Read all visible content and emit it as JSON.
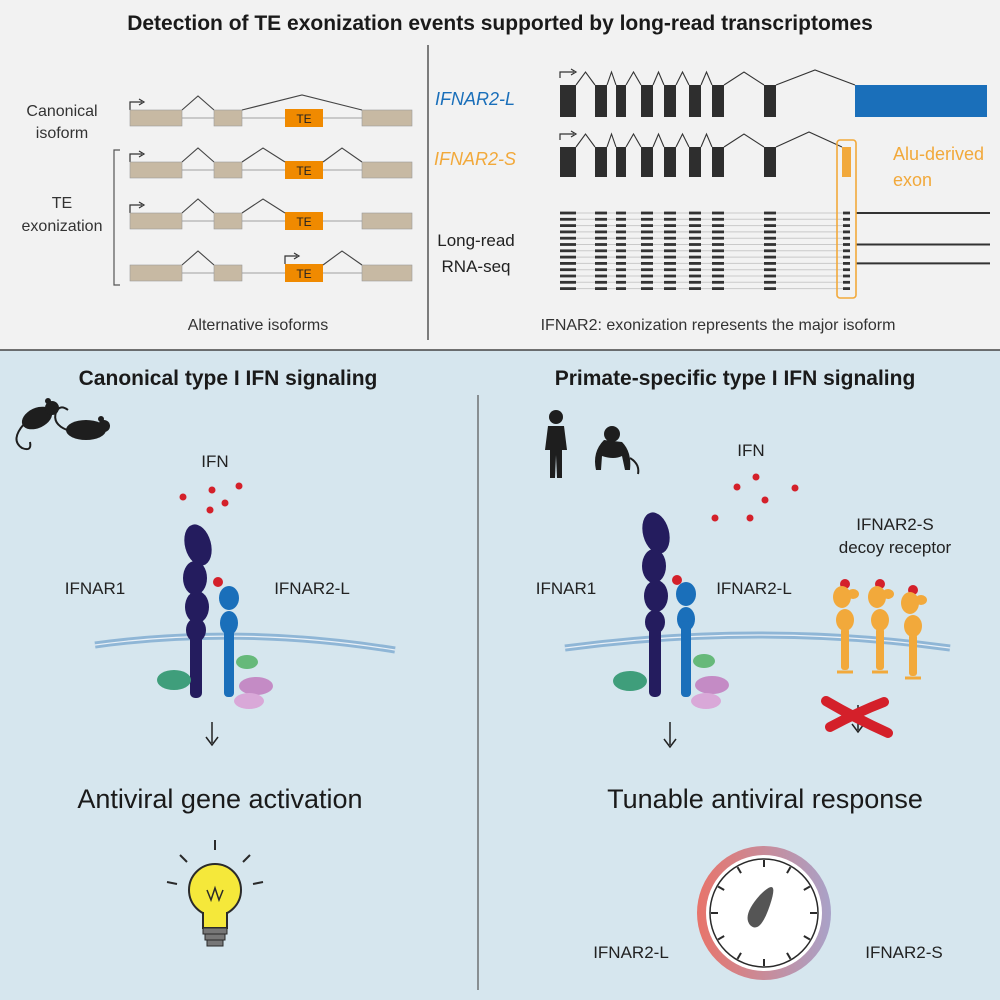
{
  "header": {
    "title": "Detection of TE exonization events supported by long-read transcriptomes"
  },
  "left_panel": {
    "canonical_label_line1": "Canonical",
    "canonical_label_line2": "isoform",
    "te_exonization_line1": "TE",
    "te_exonization_line2": "exonization",
    "te_exon_label": "TE",
    "caption": "Alternative isoforms"
  },
  "right_panel": {
    "isoform_long": "IFNAR2-L",
    "isoform_short": "IFNAR2-S",
    "alu_line1": "Alu-derived",
    "alu_line2": "exon",
    "longread_line1": "Long-read",
    "longread_line2": "RNA-seq",
    "caption": "IFNAR2: exonization represents the major isoform"
  },
  "bottom_left": {
    "title": "Canonical type I IFN signaling",
    "ifn_label": "IFN",
    "receptor1": "IFNAR1",
    "receptor2": "IFNAR2-L",
    "outcome": "Antiviral gene activation"
  },
  "bottom_right": {
    "title": "Primate-specific type I IFN signaling",
    "ifn_label": "IFN",
    "receptor1": "IFNAR1",
    "receptor2": "IFNAR2-L",
    "decoy_line1": "IFNAR2-S",
    "decoy_line2": "decoy receptor",
    "outcome": "Tunable antiviral response",
    "gauge_left": "IFNAR2-L",
    "gauge_right": "IFNAR2-S"
  },
  "colors": {
    "top_bg": "#f2f2f2",
    "bottom_bg": "#d6e6ee",
    "te_orange": "#f08a00",
    "exon_tan": "#c7b9a3",
    "exon_dark": "#2e2e2e",
    "ifnar2l_blue": "#1a6fba",
    "ifnar2s_orange": "#f2a93b",
    "ifnar1_navy": "#241c5e",
    "ifn_red": "#d4202a"
  }
}
